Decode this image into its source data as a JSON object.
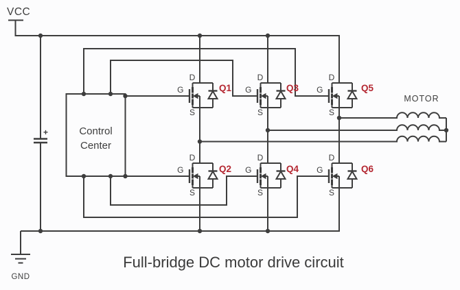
{
  "title": "Full-bridge DC motor drive circuit",
  "power": {
    "vcc_label": "VCC",
    "gnd_label": "GND",
    "capacitor_plus": "+"
  },
  "controller": {
    "label_line1": "Control",
    "label_line2": "Center"
  },
  "motor": {
    "label": "MOTOR",
    "windings": 3
  },
  "transistors": [
    {
      "name": "Q1",
      "drain": "D",
      "gate": "G",
      "source": "S"
    },
    {
      "name": "Q2",
      "drain": "D",
      "gate": "G",
      "source": "S"
    },
    {
      "name": "Q3",
      "drain": "D",
      "gate": "G",
      "source": "S"
    },
    {
      "name": "Q4",
      "drain": "D",
      "gate": "G",
      "source": "S"
    },
    {
      "name": "Q5",
      "drain": "D",
      "gate": "G",
      "source": "S"
    },
    {
      "name": "Q6",
      "drain": "D",
      "gate": "G",
      "source": "S"
    }
  ],
  "colors": {
    "wire": "#3d3d3d",
    "text": "#3d3d3d",
    "red": "#b42731",
    "bg": "#fcfcfd"
  }
}
